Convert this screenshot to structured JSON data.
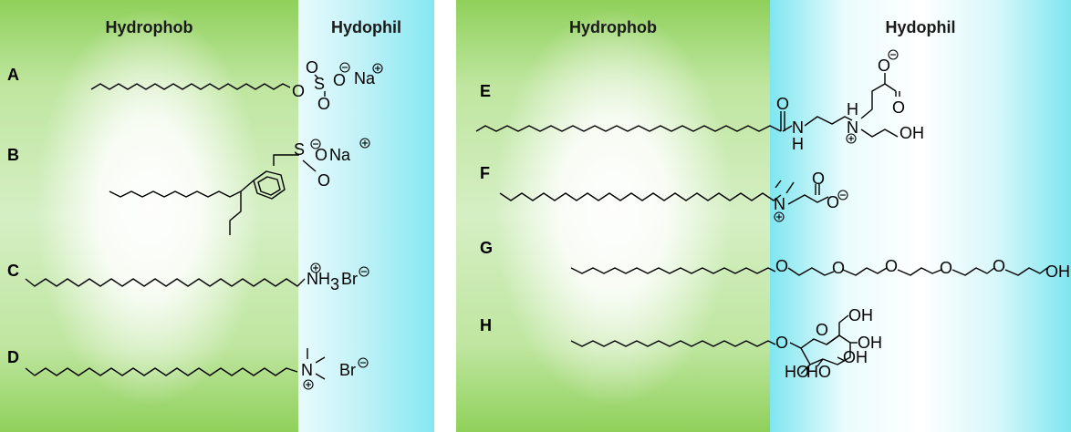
{
  "left_panel": {
    "hydrophob_title": "Hydrophob",
    "hydrophil_title": "Hydophil",
    "rows": [
      {
        "label": "A",
        "head_texts": [
          "O",
          "O",
          "S",
          "O",
          "Na",
          "O"
        ]
      },
      {
        "label": "B",
        "head_texts": [
          "S",
          "O",
          "Na",
          "O"
        ]
      },
      {
        "label": "C",
        "head_texts": [
          "NH",
          "3",
          "Br"
        ]
      },
      {
        "label": "D",
        "head_texts": [
          "N",
          "Br"
        ]
      }
    ]
  },
  "right_panel": {
    "hydrophob_title": "Hydrophob",
    "hydrophil_title": "Hydophil",
    "rows": [
      {
        "label": "E",
        "head_texts": [
          "O",
          "N",
          "H",
          "H",
          "N",
          "O",
          "O",
          "OH"
        ]
      },
      {
        "label": "F",
        "head_texts": [
          "N",
          "O",
          "O"
        ]
      },
      {
        "label": "G",
        "head_texts": [
          "O",
          "O",
          "O",
          "O",
          "O",
          "OH"
        ]
      },
      {
        "label": "H",
        "head_texts": [
          "OH",
          "O",
          "O",
          "OH",
          "OH",
          "HO",
          "HO"
        ]
      }
    ]
  },
  "colors": {
    "hydrophob_green": "#8fd05a",
    "hydrophil_cyan": "#86e7f1",
    "text": "#000000"
  }
}
